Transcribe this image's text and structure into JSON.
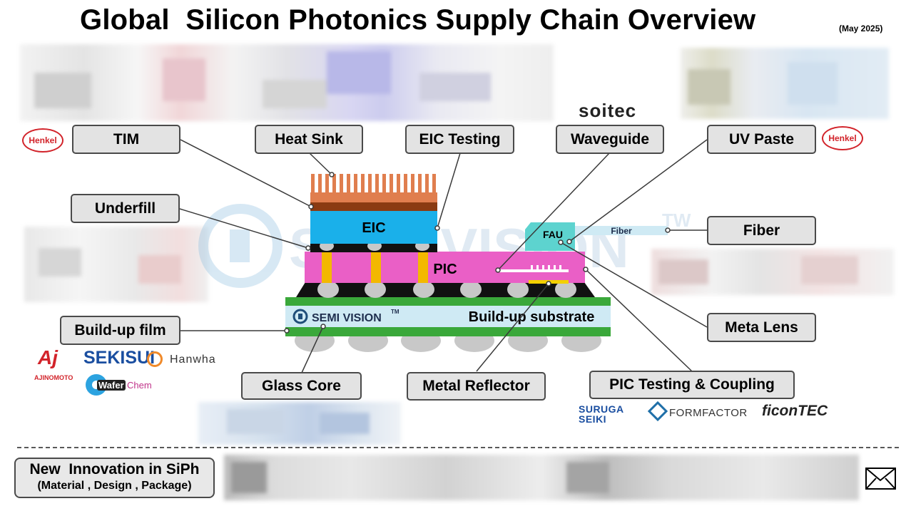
{
  "header": {
    "title": "Global  Silicon Photonics Supply Chain Overview",
    "date": "(May 2025)"
  },
  "labels": {
    "tim": "TIM",
    "heat_sink": "Heat Sink",
    "eic_testing": "EIC Testing",
    "waveguide": "Waveguide",
    "uv_paste": "UV Paste",
    "underfill": "Underfill",
    "fiber": "Fiber",
    "meta_lens": "Meta Lens",
    "buildup_film": "Build-up film",
    "glass_core": "Glass Core",
    "metal_reflector": "Metal Reflector",
    "pic_testing": "PIC Testing & Coupling"
  },
  "diagram": {
    "eic": "EIC",
    "pic": "PIC",
    "fau": "FAU",
    "fiber": "Fiber",
    "substrate": "Build-up substrate",
    "substrate_brand": "SEMI VISION",
    "substrate_brand_tm": "TM",
    "watermark": "SEMI VISION",
    "watermark_tm": "TW"
  },
  "logos": {
    "soitec": "soitec",
    "henkel_left": "Henkel",
    "henkel_right": "Henkel",
    "aj": "Aj",
    "ajinomoto": "AJINOMOTO",
    "sekisui": "SEKISUI",
    "hanwha": "Hanwha",
    "waferchem": "WaferChem",
    "waferchem_a": "Wafer",
    "waferchem_b": "Chem",
    "suruga_1": "SURUGA",
    "suruga_2": "SEIKI",
    "formfactor": "FORMFACTOR",
    "ficontec": "ficonTEC"
  },
  "footer": {
    "line1": "New  Innovation in SiPh",
    "line2": "(Material , Design , Package)",
    "mail_icon": "mail-icon"
  },
  "colors": {
    "heat_sink": "#e07e4e",
    "eic": "#1ab0ea",
    "pic": "#ea5fc6",
    "substrate_green": "#3aa83a",
    "substrate_core": "#cfeaf4",
    "bump": "#c8c8c8",
    "label_bg": "#e3e3e3",
    "henkel_red": "#d2232a"
  }
}
